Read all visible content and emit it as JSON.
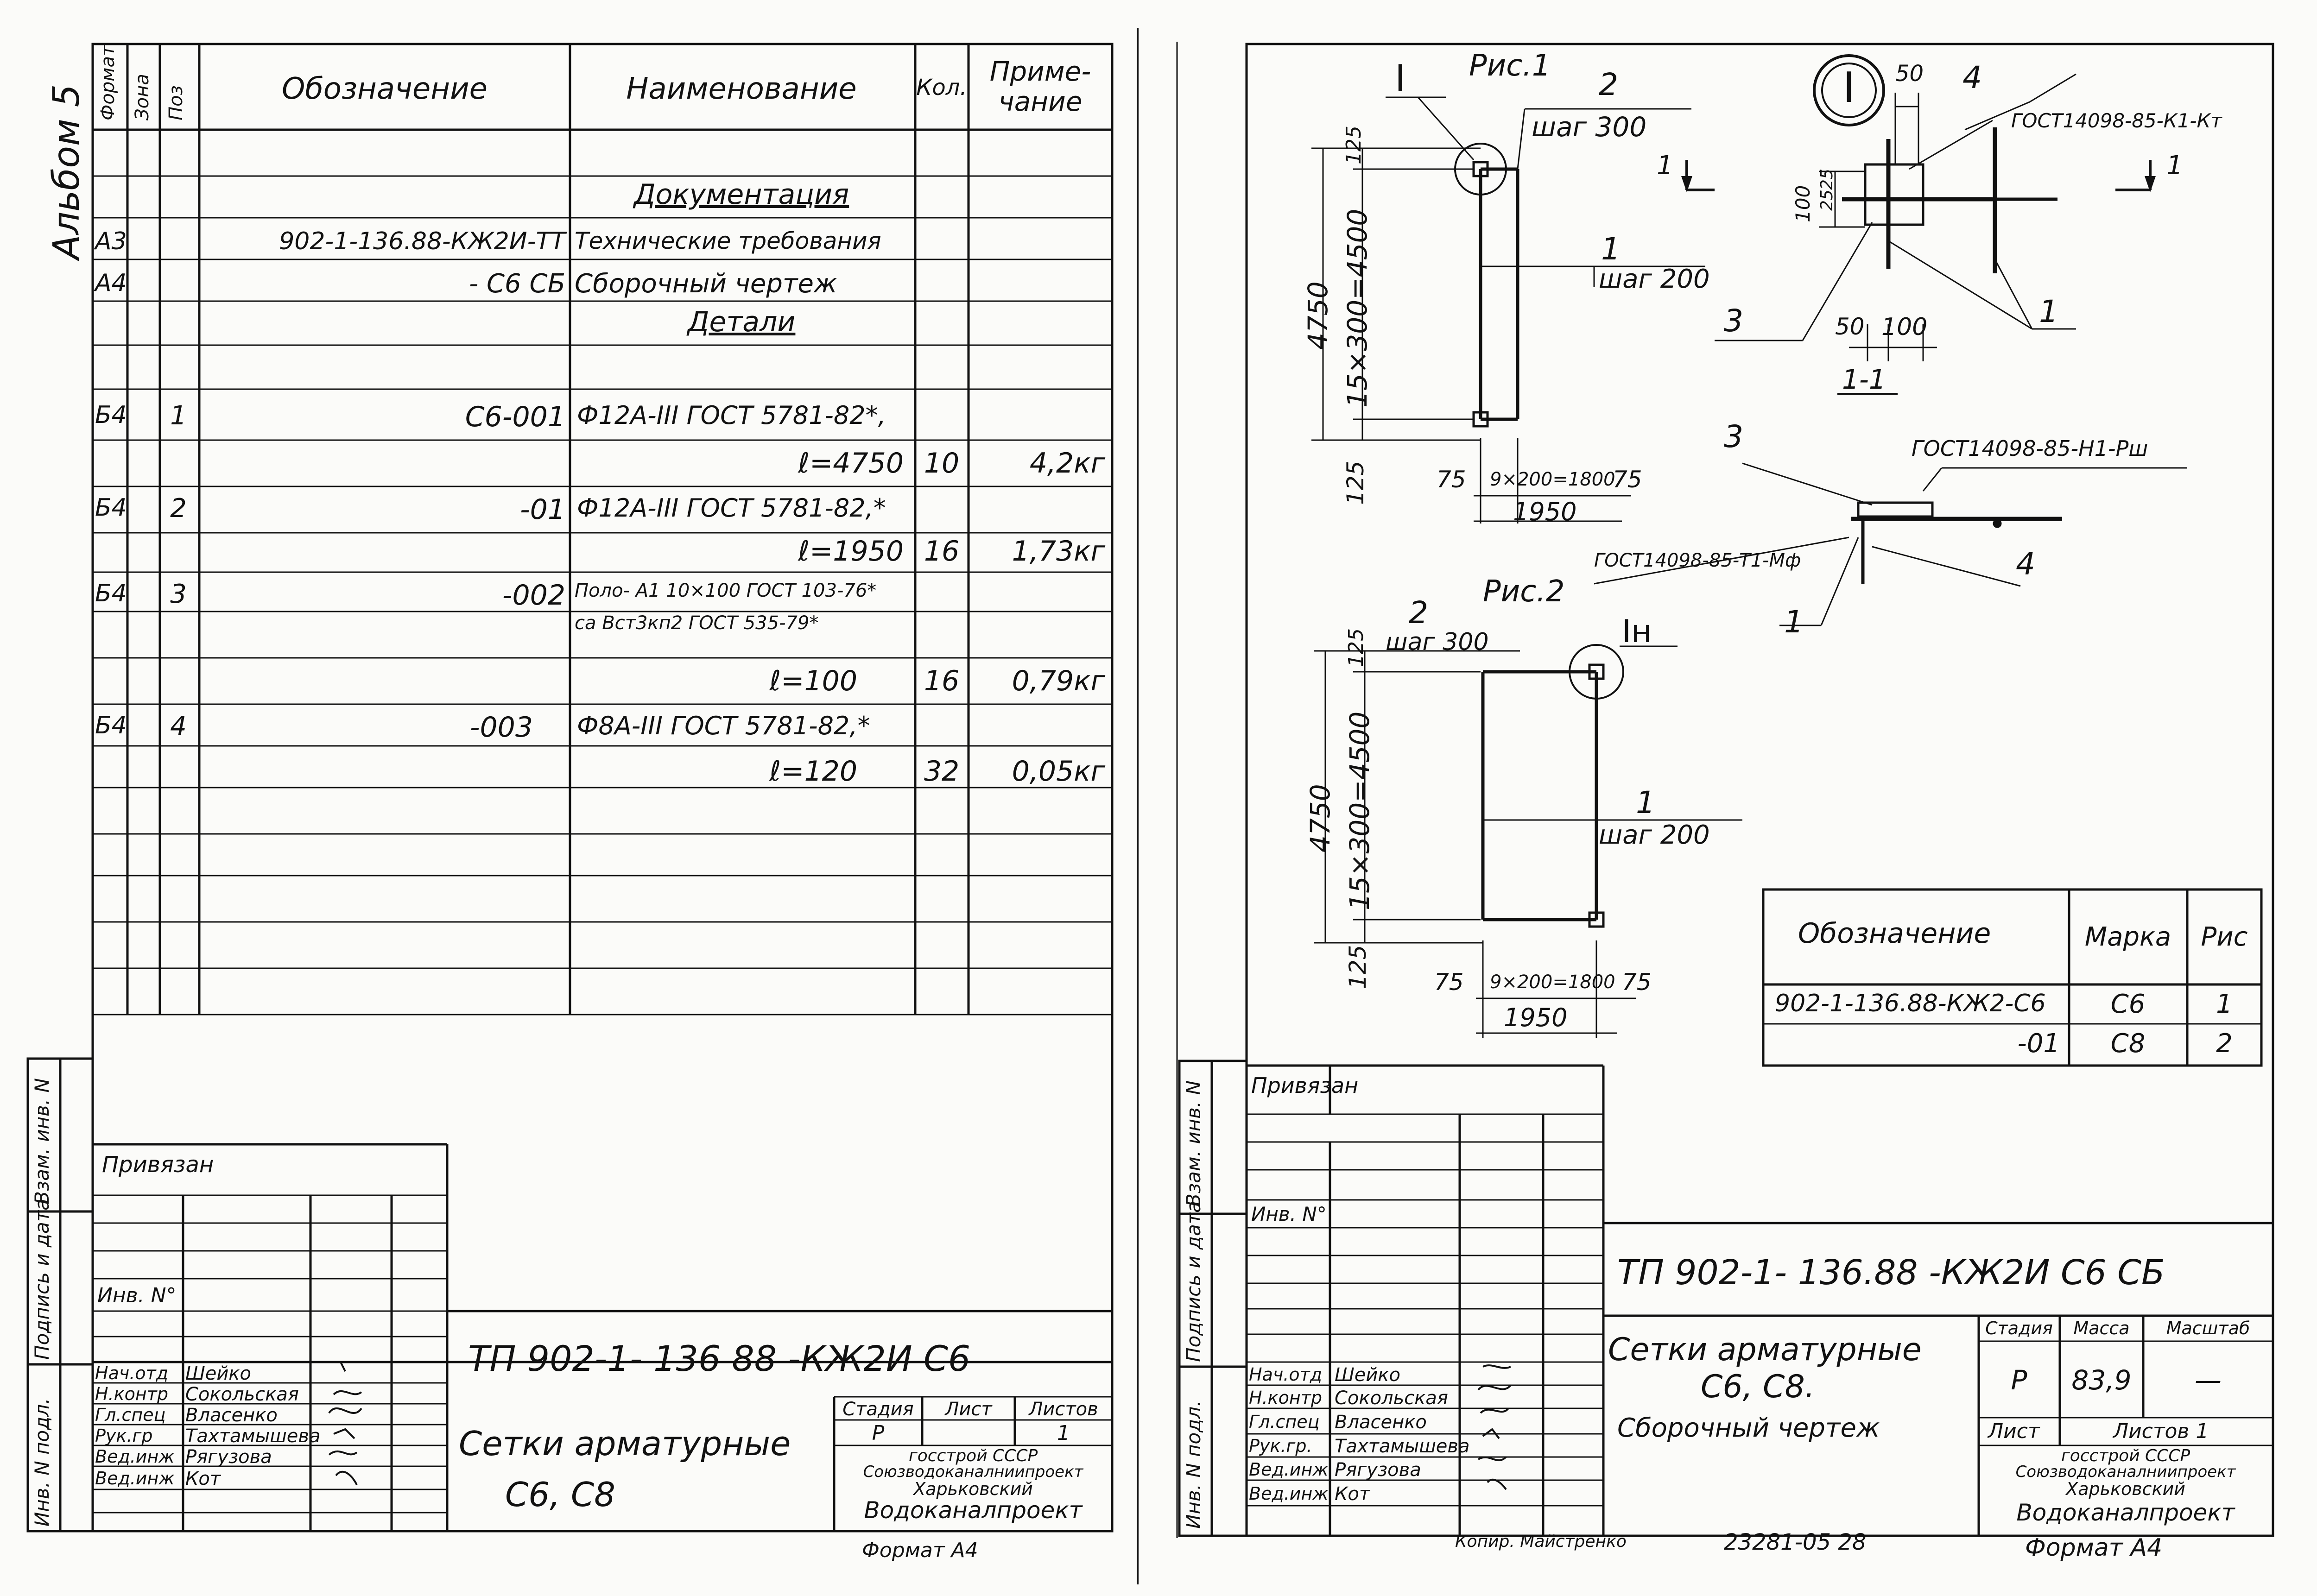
{
  "left": {
    "album": "Альбом 5",
    "header": {
      "format": "Формат",
      "zone": "Зона",
      "pos": "Поз",
      "designation": "Обозначение",
      "name": "Наименование",
      "qty": "Кол.",
      "note1": "Приме-",
      "note2": "чание"
    },
    "sections": {
      "docs": "Документация",
      "details": "Детали"
    },
    "rows": [
      {
        "fmt": "А3",
        "pos": "",
        "des": "902-1-136.88-КЖ2И-ТТ",
        "name": "Технические требования",
        "qty": "",
        "note": ""
      },
      {
        "fmt": "А4",
        "pos": "",
        "des": "- С6 СБ",
        "name": "Сборочный чертеж",
        "qty": "",
        "note": ""
      },
      {
        "fmt": "Б4",
        "pos": "1",
        "des": "С6-001",
        "name": "Ф12А-III ГОСТ 5781-82*,",
        "qty": "",
        "note": ""
      },
      {
        "fmt": "",
        "pos": "",
        "des": "",
        "name": "ℓ=4750",
        "qty": "10",
        "note": "4,2кг"
      },
      {
        "fmt": "Б4",
        "pos": "2",
        "des": "-01",
        "name": "Ф12А-III ГОСТ 5781-82,*",
        "qty": "",
        "note": ""
      },
      {
        "fmt": "",
        "pos": "",
        "des": "",
        "name": "ℓ=1950",
        "qty": "16",
        "note": "1,73кг"
      },
      {
        "fmt": "Б4",
        "pos": "3",
        "des": "-002",
        "name": "Поло- А1 10×100 ГОСТ 103-76*",
        "qty": "",
        "note": ""
      },
      {
        "fmt": "",
        "pos": "",
        "des": "",
        "name": "са Вст3кп2 ГОСТ 535-79*",
        "qty": "",
        "note": ""
      },
      {
        "fmt": "",
        "pos": "",
        "des": "",
        "name": "ℓ=100",
        "qty": "16",
        "note": "0,79кг"
      },
      {
        "fmt": "Б4",
        "pos": "4",
        "des": "-003",
        "name": "Ф8А-III ГОСТ 5781-82,*",
        "qty": "",
        "note": ""
      },
      {
        "fmt": "",
        "pos": "",
        "des": "",
        "name": "ℓ=120",
        "qty": "32",
        "note": "0,05кг"
      }
    ],
    "side_labels": [
      "Взам. инв. N",
      "Подпись и дата",
      "Инв. N подл."
    ],
    "privyazan": "Привязан",
    "inv": "Инв. N°",
    "code": "ТП 902-1- 136 88   -КЖ2И  С6",
    "title1": "Сетки арматурные",
    "title2": "С6, С8",
    "stage_h": "Стадия",
    "sheet_h": "Лист",
    "sheets_h": "Листов",
    "stage": "Р",
    "sheets": "1",
    "org1": "госстрой СССР",
    "org2": "Союзводоканалниипроект",
    "org3": "Харьковский",
    "org4": "Водоканалпроект",
    "format": "Формат А4",
    "staff": [
      {
        "role": "Нач.отд",
        "name": "Шейко"
      },
      {
        "role": "Н.контр",
        "name": "Сокольская"
      },
      {
        "role": "Гл.спец",
        "name": "Власенко"
      },
      {
        "role": "Рук.гр",
        "name": "Тахтамышева"
      },
      {
        "role": "Вед.инж",
        "name": "Рягузова"
      },
      {
        "role": "Вед.инж",
        "name": "Кот"
      }
    ]
  },
  "right": {
    "fig1": "Рис.1",
    "fig2": "Рис.2",
    "node": "I",
    "node2": "Iн",
    "step300": "шаг 300",
    "step200": "шаг 200",
    "dim4750": "4750",
    "dim4500": "15×300=4500",
    "dim125": "125",
    "dim75": "75",
    "dim1800": "9×200=1800",
    "dim1950": "1950",
    "dim50": "50",
    "dim100": "100",
    "dim25": "25",
    "gost_k1": "ГОСТ14098-85-К1-Кт",
    "gost_n1": "ГОСТ14098-85-Н1-Рш",
    "gost_t1": "ГОСТ14098-85-Т1-Мф",
    "section": "1-1",
    "callouts": [
      "1",
      "2",
      "3",
      "4"
    ],
    "table": {
      "h_des": "Обозначение",
      "h_mark": "Марка",
      "h_fig": "Рис",
      "rows": [
        {
          "des": "902-1-136.88-КЖ2-С6",
          "mark": "С6",
          "fig": "1"
        },
        {
          "des": "-01",
          "mark": "С8",
          "fig": "2"
        }
      ]
    },
    "side_labels": [
      "Взам. инв. N",
      "Подпись и дата",
      "Инв. N подл."
    ],
    "privyazan": "Привязан",
    "inv": "Инв. N°",
    "code": "ТП 902-1- 136.88   -КЖ2И С6 СБ",
    "title1": "Сетки арматурные",
    "title2": "С6, С8.",
    "title3": "Сборочный чертеж",
    "stage_h": "Стадия",
    "mass_h": "Масса",
    "scale_h": "Масштаб",
    "stage": "Р",
    "mass": "83,9",
    "scale": "—",
    "sheet_l": "Лист",
    "sheets_l": "Листов 1",
    "org1": "госстрой СССР",
    "org2": "Союзводоканалниипроект",
    "org3": "Харьковский",
    "org4": "Водоканалпроект",
    "format": "Формат А4",
    "copied": "Копир. Майстренко",
    "number": "23281-05  28",
    "staff": [
      {
        "role": "Нач.отд",
        "name": "Шейко"
      },
      {
        "role": "Н.контр",
        "name": "Сокольская"
      },
      {
        "role": "Гл.спец",
        "name": "Власенко"
      },
      {
        "role": "Рук.гр.",
        "name": "Тахтамышева"
      },
      {
        "role": "Вед.инж",
        "name": "Рягузова"
      },
      {
        "role": "Вед.инж",
        "name": "Кот"
      }
    ]
  }
}
